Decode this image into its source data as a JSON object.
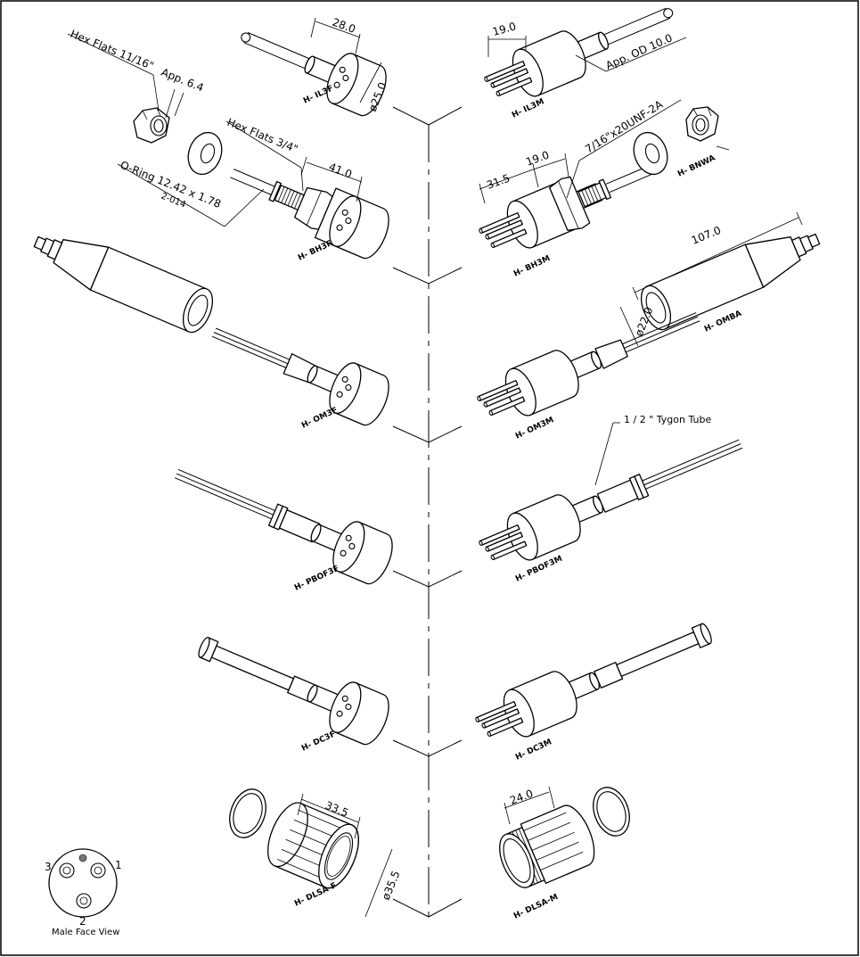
{
  "parts": {
    "il3f": "H- IL3F",
    "il3m": "H- IL3M",
    "bh3f": "H- BH3F",
    "bh3m": "H- BH3M",
    "bnwa": "H- BNWA",
    "omba": "H- OMBA",
    "om3f": "H- OM3F",
    "om3m": "H- OM3M",
    "pbof3f": "H- PBOF3F",
    "pbof3m": "H- PBOF3M",
    "dc3f": "H- DC3F",
    "dc3m": "H- DC3M",
    "dlsaf": "H- DLSA-F",
    "dlsam": "H- DLSA-M"
  },
  "dims": {
    "il3f_len": "28.0",
    "il3f_dia": "ø25.0",
    "il3m_len": "19.0",
    "il3m_od": "App. OD 10.0",
    "hex_11_16": "Hex Flats 11/16\"",
    "app_6_4": "App. 6.4",
    "hex_3_4": "Hex Flats 3/4\"",
    "oring": "O-Ring 12.42 x 1.78",
    "oring_code": "2-014",
    "bh3f_len": "41.0",
    "bh3m_a": "31.5",
    "bh3m_b": "19.0",
    "thread": "7/16\"x20UNF-2A",
    "omba_len": "107.0",
    "omba_dia": "ø22.0",
    "tygon": "1 / 2 \" Tygon Tube",
    "dlsaf_len": "33.5",
    "dlsaf_dia": "ø35.5",
    "dlsam_len": "24.0"
  },
  "face": {
    "pin1": "1",
    "pin2": "2",
    "pin3": "3",
    "label": "Male Face View"
  }
}
